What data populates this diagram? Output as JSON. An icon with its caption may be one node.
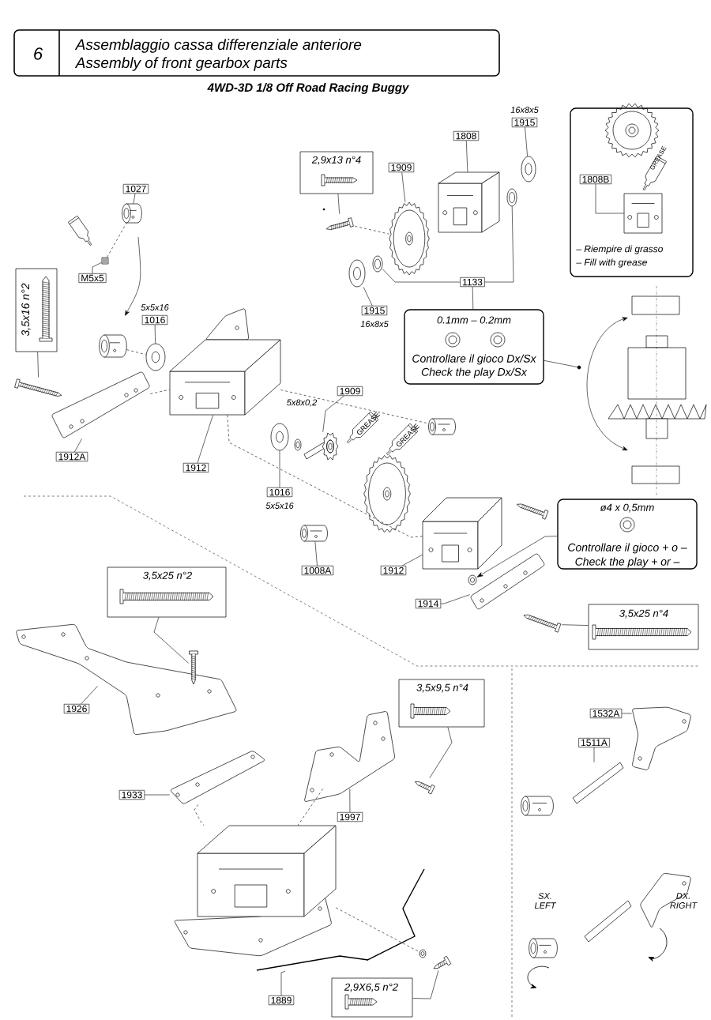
{
  "diagram": {
    "nodes": [
      {
        "text": [
          "6",
          "Assemblaggio cassa differenziale anteriore",
          "Assembly of front gearbox parts"
        ]
      },
      {
        "text": [
          "2,9x13 n°4"
        ]
      },
      {
        "text": [
          "1909"
        ]
      },
      {
        "text": [
          "1808"
        ]
      },
      {
        "text": [
          "1915"
        ],
        "beside": [
          "16x8x5"
        ]
      },
      {
        "text": [
          "– Riempire di grasso",
          "– Fill with grease"
        ]
      },
      {
        "text": [
          "1808B"
        ],
        "in": 5
      },
      {
        "text": [
          "1027"
        ]
      },
      {
        "text": [
          "M5x5"
        ]
      },
      {
        "text": [
          "3,5x16 n°2"
        ]
      },
      {
        "text": [
          "1016"
        ],
        "beside": [
          "5x5x16"
        ]
      },
      {
        "text": [
          "1915"
        ],
        "beside": [
          "16x8x5"
        ]
      },
      {
        "text": [
          "1133"
        ]
      },
      {
        "text": [
          "0.1mm – 0.2mm",
          "Controllare il gioco Dx/Sx",
          "Check the play Dx/Sx"
        ]
      },
      {
        "text": [
          "1912A"
        ]
      },
      {
        "text": [
          "1912"
        ]
      },
      {
        "text": [
          "1909"
        ]
      },
      {
        "text": [
          "1016"
        ],
        "beside": [
          "5x5x16"
        ]
      },
      {
        "text": [
          "1008A"
        ]
      },
      {
        "text": [
          "ø4 x 0,5mm",
          "Controllare il gioco + o –",
          "Check the play + or –"
        ]
      },
      {
        "text": [
          "1912"
        ]
      },
      {
        "text": [
          "1914"
        ]
      },
      {
        "text": [
          "3,5x25 n°4"
        ]
      },
      {
        "text": [
          "3,5x25 n°2"
        ]
      },
      {
        "text": [
          "1926"
        ]
      },
      {
        "text": [
          "3,5x9,5 n°4"
        ]
      },
      {
        "text": [
          "1933"
        ]
      },
      {
        "text": [
          "1997"
        ]
      },
      {
        "text": [
          "1532A"
        ]
      },
      {
        "text": [
          "1511A"
        ]
      },
      {
        "text": [
          "1889"
        ]
      },
      {
        "text": [
          "2,9X6,5 n°2"
        ]
      },
      {
        "text": [],
        "shape": "picture"
      },
      {
        "text": [],
        "shape": "picture"
      },
      {
        "text": [],
        "shape": "picture"
      },
      {
        "text": [],
        "shape": "picture"
      },
      {
        "text": [],
        "shape": "picture",
        "in": 5
      },
      {
        "text": [],
        "shape": "picture"
      },
      {
        "text": [],
        "shape": "picture"
      },
      {
        "text": [],
        "shape": "picture"
      },
      {
        "text": [],
        "shape": "picture"
      },
      {
        "text": [],
        "shape": "picture"
      },
      {
        "text": [],
        "shape": "picture"
      },
      {
        "text": [],
        "shape": "picture"
      },
      {
        "text": [],
        "shape": "picture"
      },
      {
        "text": [],
        "shape": "picture"
      },
      {
        "text": [],
        "shape": "picture"
      },
      {
        "text": [],
        "shape": "picture"
      },
      {
        "text": [],
        "shape": "picture"
      },
      {
        "text": [],
        "shape": "picture"
      },
      {
        "text": [],
        "shape": "picture"
      },
      {
        "text": [],
        "shape": "picture"
      },
      {
        "text": [],
        "shape": "picture"
      },
      {
        "text": [],
        "shape": "picture"
      },
      {
        "text": [],
        "shape": "picture"
      },
      {
        "text": [],
        "shape": "picture"
      },
      {
        "text": [],
        "shape": "picture"
      },
      {
        "text": [],
        "shape": "picture"
      },
      {
        "text": [],
        "shape": "picture"
      },
      {
        "text": [],
        "shape": "picture"
      },
      {
        "text": [],
        "shape": "picture"
      },
      {
        "text": [],
        "shape": "picture"
      },
      {
        "text": [],
        "shape": "picture"
      },
      {
        "text": [],
        "shape": "picture"
      },
      {
        "text": [],
        "shape": "picture"
      },
      {
        "text": [],
        "shape": "picture"
      },
      {
        "text": [],
        "shape": "circle"
      }
    ],
    "edges": [
      {
        "from": 1,
        "to": 32,
        "arrow": "none"
      },
      {
        "from": 2,
        "to": 33,
        "arrow": "none"
      },
      {
        "from": 3,
        "to": 34,
        "arrow": "none"
      },
      {
        "from": 4,
        "to": 35,
        "arrow": "none"
      },
      {
        "from": 6,
        "to": 36,
        "arrow": "none"
      },
      {
        "from": 7,
        "to": 37,
        "arrow": "none"
      },
      {
        "from": 8,
        "to": 38,
        "arrow": "none"
      },
      {
        "from": 9,
        "to": 39,
        "arrow": "none"
      },
      {
        "from": 10,
        "to": 40,
        "arrow": "none"
      },
      {
        "from": 11,
        "to": 41,
        "arrow": "none"
      },
      {
        "from": 12,
        "to": 42,
        "arrow": "none"
      },
      {
        "from": 12,
        "to": 43,
        "arrow": "none"
      },
      {
        "from": 12,
        "to": 13,
        "arrow": "none"
      },
      {
        "from": 13,
        "to": 66,
        "arrow": "none"
      },
      {
        "from": 14,
        "to": 44,
        "arrow": "none"
      },
      {
        "from": 15,
        "to": 45,
        "arrow": "none"
      },
      {
        "from": 16,
        "to": 46,
        "arrow": "none"
      },
      {
        "from": 17,
        "to": 47,
        "arrow": "none"
      },
      {
        "from": 18,
        "to": 48,
        "arrow": "none"
      },
      {
        "from": 19,
        "to": 49,
        "arrow": "to"
      },
      {
        "from": 20,
        "to": 50,
        "arrow": "none"
      },
      {
        "from": 21,
        "to": 51,
        "arrow": "none"
      },
      {
        "from": 22,
        "to": 52,
        "arrow": "none"
      },
      {
        "from": 23,
        "to": 53,
        "arrow": "none"
      },
      {
        "from": 24,
        "to": 54,
        "arrow": "none"
      },
      {
        "from": 25,
        "to": 55,
        "arrow": "none"
      },
      {
        "from": 26,
        "to": 56,
        "arrow": "none"
      },
      {
        "from": 27,
        "to": 57,
        "arrow": "none"
      },
      {
        "from": 28,
        "to": 58,
        "arrow": "none"
      },
      {
        "from": 29,
        "to": 59,
        "arrow": "none"
      },
      {
        "from": 30,
        "to": 60,
        "arrow": "none"
      },
      {
        "from": 31,
        "to": 61,
        "arrow": "none"
      },
      {
        "from": 32,
        "to": 33,
        "arrow": "none",
        "style": "dashed"
      },
      {
        "from": 38,
        "to": 37,
        "arrow": "none",
        "style": "dashed"
      },
      {
        "from": 62,
        "to": 40,
        "arrow": "none",
        "style": "dashed"
      },
      {
        "from": 44,
        "to": 45,
        "arrow": "none",
        "style": "dashed"
      },
      {
        "from": 45,
        "to": 63,
        "arrow": "none",
        "style": "dashed"
      },
      {
        "from": 45,
        "to": 50,
        "arrow": "none",
        "style": "dashed"
      },
      {
        "from": 56,
        "to": 64,
        "arrow": "none",
        "style": "dashed"
      },
      {
        "from": 64,
        "to": 65,
        "arrow": "none",
        "style": "dashed"
      },
      {
        "from": 57,
        "to": 64,
        "arrow": "none",
        "style": "dashed"
      }
    ],
    "labels": [
      "4WD-3D 1/8 Off Road Racing Buggy",
      "GREASE",
      "5x8x0,2",
      "GREASE",
      "GREASE",
      "SX. LEFT",
      "DX. RIGHT"
    ]
  }
}
